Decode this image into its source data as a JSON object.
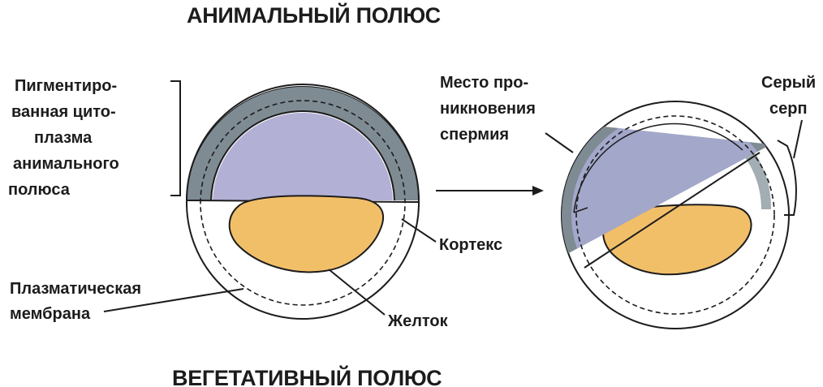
{
  "poles": {
    "animal": "АНИМАЛЬНЫЙ ПОЛЮС",
    "vegetal": "ВЕГЕТАТИВНЫЙ ПОЛЮС"
  },
  "labels": {
    "pigmented_cytoplasm": [
      "Пигментиро-",
      "ванная цито-",
      "плазма",
      "анимального",
      "полюса"
    ],
    "plasma_membrane": [
      "Плазматическая",
      "мембрана"
    ],
    "cortex": "Кортекс",
    "yolk": "Желток",
    "sperm_entry": [
      "Место про-",
      "никновения",
      "спермия"
    ],
    "gray_crescent": [
      "Серый",
      "серп"
    ]
  },
  "colors": {
    "pigment": "#7f8b93",
    "pigment_light": "#a3adb4",
    "cytoplasm": "#b3b0d6",
    "yolk": "#f2bf69",
    "outline": "#1c1c1c"
  }
}
